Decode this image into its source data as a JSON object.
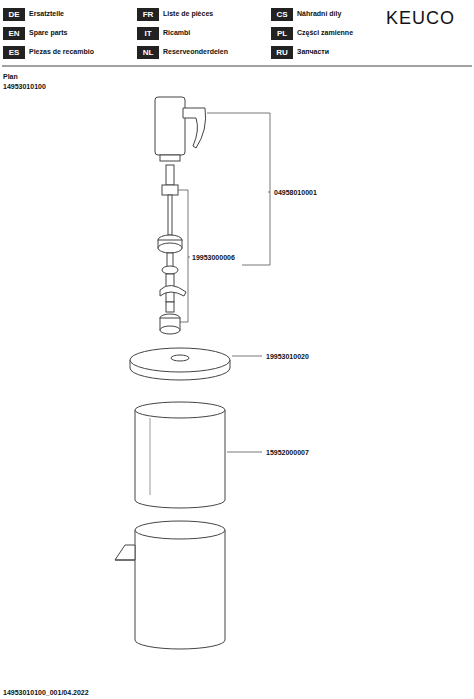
{
  "diagram": {
    "nodes": [
      {
        "text": [
          "DE"
        ]
      },
      {
        "text": [
          "FR"
        ]
      },
      {
        "text": [
          "CS"
        ]
      },
      {
        "text": [
          "EN"
        ]
      },
      {
        "text": [
          "IT"
        ]
      },
      {
        "text": [
          "PL"
        ]
      },
      {
        "text": [
          "ES"
        ]
      },
      {
        "text": [
          "NL"
        ]
      },
      {
        "text": [
          "RU"
        ]
      }
    ],
    "edges": [],
    "labels": [
      "Ersatzteile",
      "Liste de pièces",
      "Náhradní díly",
      "Spare parts",
      "Ricambi",
      "Części zamienne",
      "Piezas de recambio",
      "Reserveonderdelen",
      "Запчасти",
      "KEUCO",
      "Plan",
      "14953010100",
      "04958010001",
      "19953000006",
      "19953010020",
      "15952000007",
      "14953010100_001/04.2022"
    ]
  }
}
